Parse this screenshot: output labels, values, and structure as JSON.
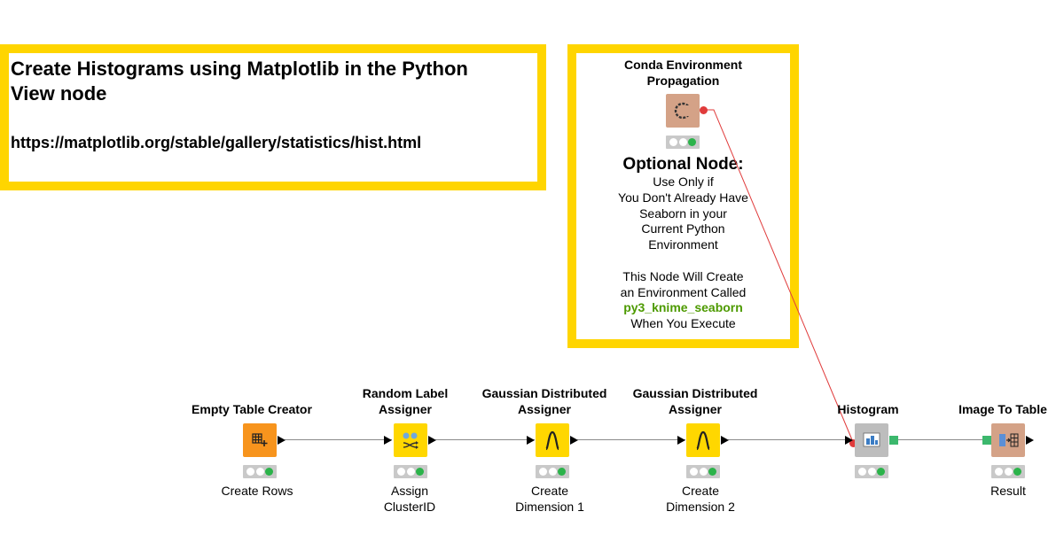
{
  "annotations": {
    "left": {
      "title": "Create Histograms using Matplotlib in the Python View node",
      "url": "https://matplotlib.org/stable/gallery/statistics/hist.html"
    },
    "right": {
      "title_line1": "Conda Environment",
      "title_line2": "Propagation",
      "optional_heading": "Optional Node:",
      "lines": [
        "Use Only if",
        "You Don't Already Have",
        "Seaborn in your",
        "Current Python",
        "Environment",
        "",
        "This Node Will Create",
        "an Environment Called",
        "py3_knime_seaborn",
        "When You Execute"
      ]
    }
  },
  "nodes": {
    "conda": {
      "name": "Conda Environment Propagation",
      "color": "#D4A287"
    },
    "empty_table": {
      "title": "Empty Table Creator",
      "comment": "Create Rows",
      "color": "#F7941D"
    },
    "random_label": {
      "title_line1": "Random Label",
      "title_line2": "Assigner",
      "comment_line1": "Assign",
      "comment_line2": "ClusterID",
      "color": "#FFD700"
    },
    "gauss1": {
      "title_line1": "Gaussian Distributed",
      "title_line2": "Assigner",
      "comment_line1": "Create",
      "comment_line2": "Dimension 1",
      "color": "#FFD700"
    },
    "gauss2": {
      "title_line1": "Gaussian Distributed",
      "title_line2": "Assigner",
      "comment_line1": "Create",
      "comment_line2": "Dimension 2",
      "color": "#FFD700"
    },
    "histogram": {
      "title": "Histogram",
      "color": "#BDBDBD"
    },
    "image_to_table": {
      "title": "Image To Table",
      "comment": "Result",
      "color": "#D4A287"
    }
  },
  "colors": {
    "annotation_border": "#FFD500",
    "status_ok": "#2bb34a",
    "flow_variable": "#e03b3b",
    "image_port": "#3cb86d",
    "env_name": "#4d9a00"
  }
}
